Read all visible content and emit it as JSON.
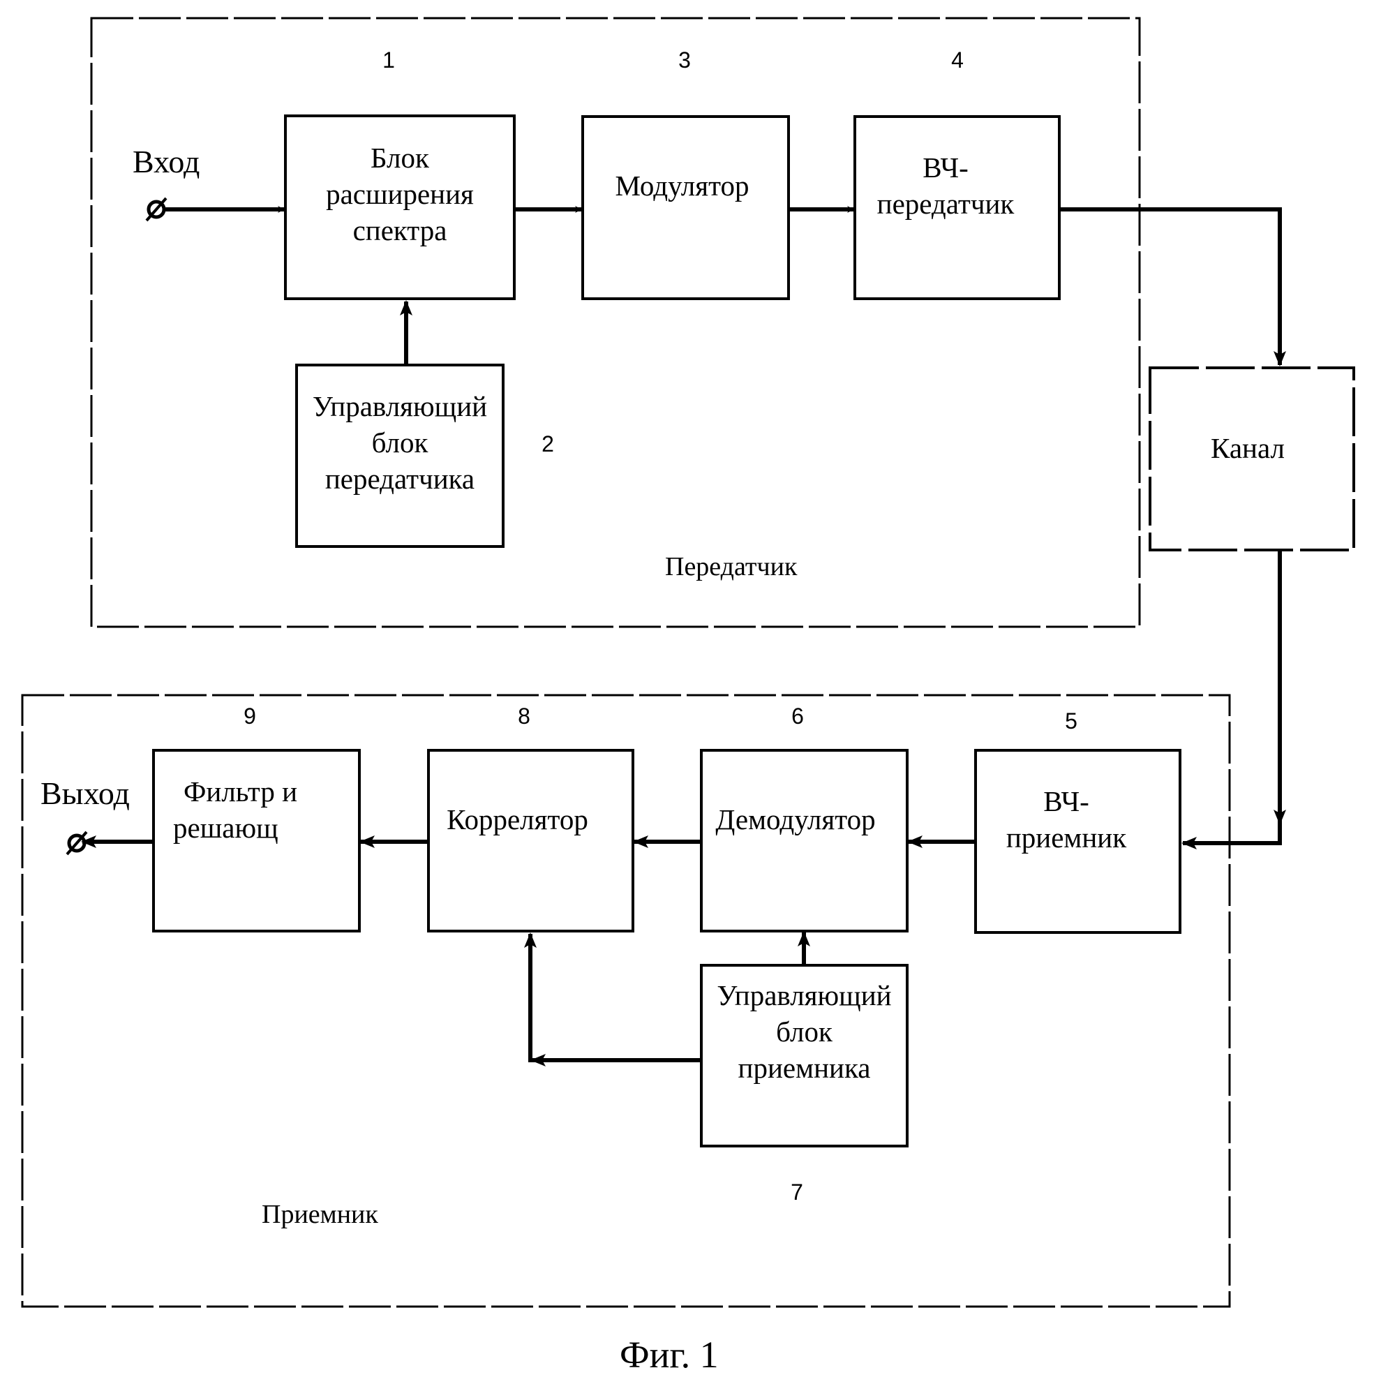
{
  "figure": {
    "caption": "Фиг. 1"
  },
  "transmitter": {
    "label": "Передатчик",
    "input_label": "Вход",
    "blocks": [
      {
        "number": "1",
        "lines": [
          "Блок",
          "расширения",
          "спектра"
        ]
      },
      {
        "number": "2",
        "lines": [
          "Управляющий",
          "блок",
          "передатчика"
        ]
      },
      {
        "number": "3",
        "lines": [
          "Модулятор"
        ]
      },
      {
        "number": "4",
        "lines": [
          "ВЧ-",
          "передатчик"
        ]
      }
    ]
  },
  "channel": {
    "lines": [
      "Канал"
    ]
  },
  "receiver": {
    "label": "Приемник",
    "output_label": "Выход",
    "blocks": [
      {
        "number": "5",
        "lines": [
          "ВЧ-",
          "приемник"
        ]
      },
      {
        "number": "6",
        "lines": [
          "Демодулятор"
        ]
      },
      {
        "number": "7",
        "lines": [
          "Управляющий",
          "блок",
          "приемника"
        ]
      },
      {
        "number": "8",
        "lines": [
          "Коррелятор"
        ]
      },
      {
        "number": "9",
        "lines": [
          "Фильтр и",
          "решающ"
        ]
      }
    ]
  },
  "colors": {
    "line": "#000000",
    "background": "#ffffff"
  }
}
